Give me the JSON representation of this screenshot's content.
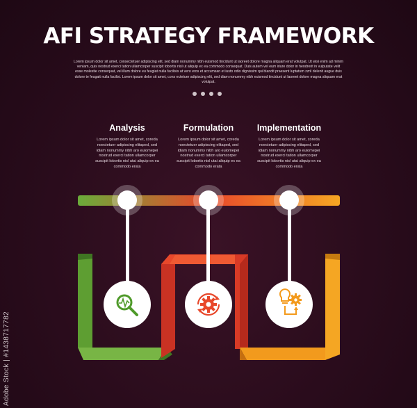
{
  "title": "AFI STRATEGY FRAMEWORK",
  "intro_text": "Lorem ipsum dolor sit amet, consectetuer adipiscing elit, sed diam nonummy nibh euismod tincidunt ut laoreet dolore magna aliquam erat volutpat. Ut wisi enim ad minim veniam, quis nostrud exerci tation ullamcorper suscipit lobortis nisl ut aliquip ex ea commodo consequat. Duis autem vel eum iriure dolor in hendrerit in vulputate velit esse molestie consequat, vel illum dolore eu feugiat nulla facilisis at vero eros et accumsan et iusto odio dignissim qui blandit praesent luptatum zzril delenit augue duis dolore te feugait nulla facilisi. Lorem ipsum dolor sit amet, cons ectetuer adipiscing elit, sed diam nonummy nibh euismod tincidunt ut laoreet dolore magna aliquam erat volutpat.",
  "steps": [
    {
      "heading": "Analysis",
      "description": "Lorem ipsum dolor sit amet, coreda noectetuer adipiscing elitaped, sed idiam nonummy nibh aro euiomepei nostrud exerci tation ullamcorper suscipit lobortis nisl utai aliquip ex ea commodo erata",
      "icon": "magnifier-chart-icon"
    },
    {
      "heading": "Formulation",
      "description": "Lorem ipsum dolor sit amet, coreda noectetuer adipiscing elitaped, sed idiam nonummy nibh aro euiomepei nostrud exerci tation ullamcorper suscipit lobortis nisl utai aliquip ex ea commodo erata",
      "icon": "gear-cycle-icon"
    },
    {
      "heading": "Implementation",
      "description": "Lorem ipsum dolor sit amet, coreda noectetuer adipiscing elitaped, sed idiam nonummy nibh aro euiomepei nostrud exerci tation ullamcorper suscipit lobortis nisl utai aliquip ex ea commodo erata",
      "icon": "lightbulb-gear-icon"
    }
  ],
  "watermark": "Adobe Stock | #1438717782",
  "colors": {
    "green": "#5e9e32",
    "red": "#e8482b",
    "orange": "#f39a1c",
    "background": "#2a0c1c"
  }
}
